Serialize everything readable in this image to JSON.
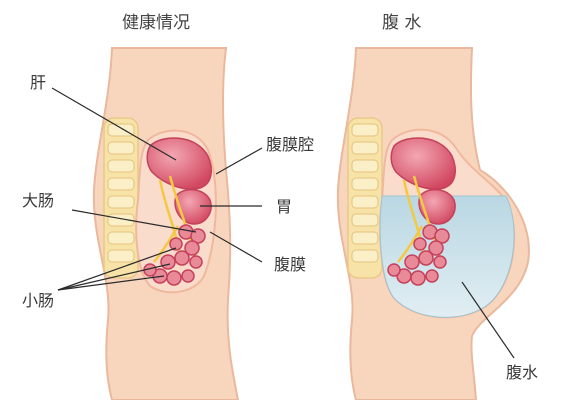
{
  "titles": {
    "healthy": "健康情况",
    "ascites": "腹 水"
  },
  "labels": {
    "liver": "肝",
    "peritoneal_cavity": "腹膜腔",
    "stomach": "胃",
    "large_intestine": "大肠",
    "peritoneum": "腹膜",
    "small_intestine": "小肠",
    "ascites_fluid": "腹水"
  },
  "colors": {
    "skin": "#f8d6be",
    "skin_outline": "#e9b79c",
    "organ_red": "#d9516a",
    "organ_pink": "#f2a6b0",
    "spine": "#f7e3a8",
    "nerve": "#f5c842",
    "fluid": "#cfe4ec",
    "line": "#2b2b2b"
  }
}
